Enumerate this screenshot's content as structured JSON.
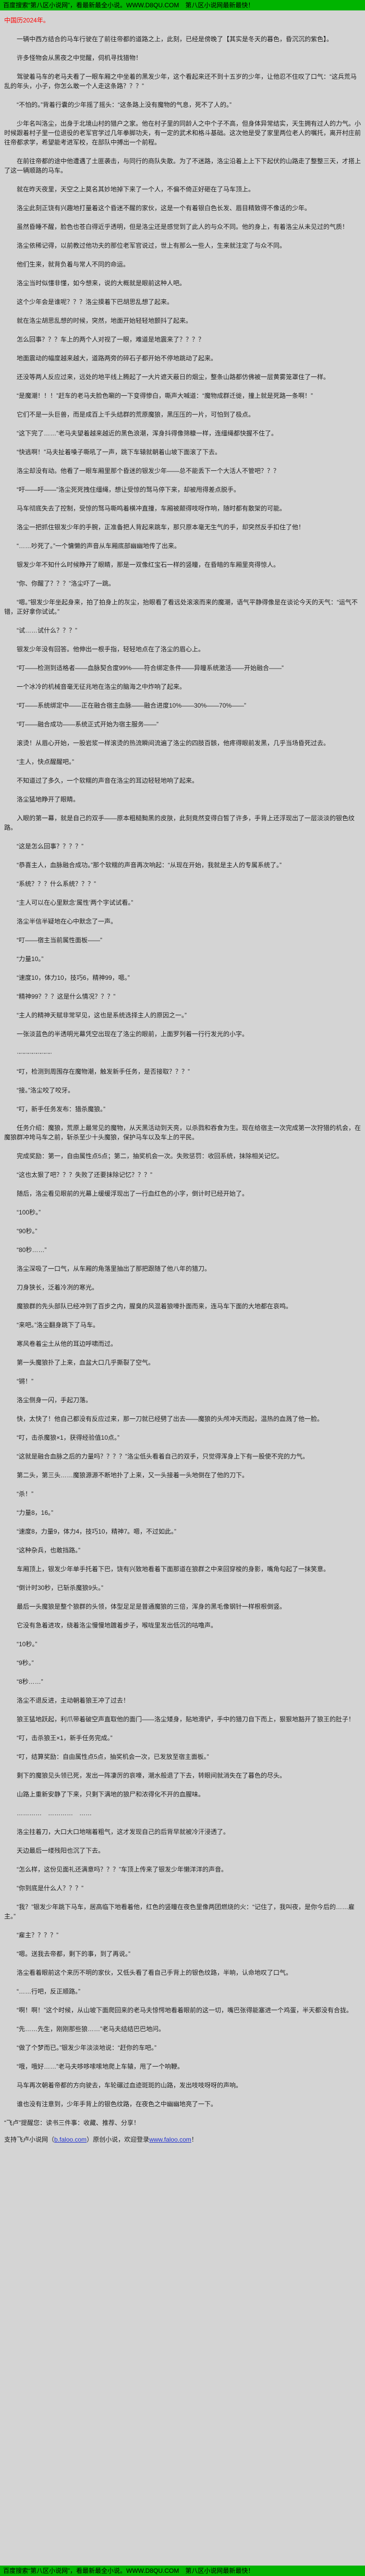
{
  "colors": {
    "page_bg": "#d4d4d4",
    "banner_bg": "#00b400",
    "title_color": "#ff0000",
    "link_color": "#2233cc",
    "body_text": "#1c1c1c"
  },
  "banner": {
    "text": "百度搜索“第八区小说网”，看最新最全小说。WWW.D8QU.COM　第八区小说网最新最快！"
  },
  "title": {
    "text": "中国历2024年。"
  },
  "paragraphs": [
    "一辆中西方结合的马车行驶在了前往帝都的道路之上，此刻，已经是傍晚了【其实是冬天的暮色，昏沉沉的紫色】。",
    "许多怪物会从黑夜之中觉醒，伺机寻找猎物！",
    "驾驶着马车的老马夫看了一眼车厢之中坐着的黑发少年，这个看起来还不到十五岁的少年，让他忍不住叹了口气：“这兵荒马乱的年头，小子，你怎么敢一个人走这条路？？？”",
    "“不怕的。”背着行囊的少年摇了摇头：“这条路上没有魔物的气息，死不了人的。”",
    "少年名叫洛尘，出身于北境山村的猎户之家。他在村子里的同龄人之中个子不高，但身体异常结实，天生拥有过人的力气。小时候跟着村子里一位退役的老军官学过几年拳脚功夫，有一定的武术和格斗基础。这次他是受了家里两位老人的嘱托，离开村庄前往帝都求学，希望能考进军校，在部队中搏出一个前程。",
    "在前往帝都的途中他遭遇了土匪袭击，与同行的商队失散。为了不迷路，洛尘沿着上上下下起伏的山路走了整整三天，才搭上了这一辆顺路的马车。",
    "就在昨天夜里，天空之上莫名其妙地掉下来了一个人，不偏不倚正好砸在了马车顶上。",
    "洛尘此刻正饶有兴趣地打量着这个昏迷不醒的家伙，这是一个有着银白色长发、眉目精致得不像话的少年。",
    "虽然昏睡不醒，脸色也苍白得近乎透明，但是洛尘还是感觉到了此人的与众不同。他的身上，有着洛尘从未见过的气质！",
    "洛尘依稀记得，以前教过他功夫的那位老军官说过，世上有那么一些人，生来就注定了与众不同。",
    "他们生来，就背负着与常人不同的命运。",
    "洛尘当时似懂非懂，如今想来，说的大概就是眼前这种人吧。",
    "这个少年会是谁呢？？？洛尘摸着下巴胡思乱想了起来。",
    "就在洛尘胡思乱想的时候，突然，地面开始轻轻地颤抖了起来。",
    "怎么回事？？？车上的两个人对视了一眼，难道是地震来了？？？？",
    "地面震动的幅度越来越大，道路两旁的碎石子都开始不停地跳动了起来。",
    "还没等两人反应过来，远处的地平线上腾起了一大片遮天蔽日的烟尘，整条山路都仿佛被一层黄雾笼罩住了一样。",
    "“是魔潮！！！”赶车的老马夫脸色唰的一下变得惨白，嘶声大喊道：“魔物成群迁徙，撞上就是死路一条啊！”",
    "它们不是一头巨兽，而是成百上千头结群的荒原魔狼，黑压压的一片，可怕到了极点。",
    "“这下完了……”老马夫望着越来越近的黑色浪潮，浑身抖得像筛糠一样，连缰绳都快握不住了。",
    "“快逃啊！”马夫扯着嗓子嘶吼了一声，跳下车辕就朝着山坡下面滚了下去。",
    "洛尘却没有动。他看了一眼车厢里那个昏迷的银发少年——总不能丢下一个大活人不管吧？？？",
    "“吁——吁——”洛尘死死拽住缰绳，想让受惊的驽马停下来，却被甩得差点脱手。",
    "马车彻底失去了控制，受惊的驽马嘶鸣着横冲直撞，车厢被颠得吱呀作响，随时都有散架的可能。",
    "洛尘一把抓住银发少年的手腕，正准备把人背起来跳车，那只原本毫无生气的手，却突然反手扣住了他！",
    "“……吵死了。”一个慵懒的声音从车厢底部幽幽地传了出来。",
    "银发少年不知什么时候睁开了眼睛，那是一双像红宝石一样的竖瞳，在昏暗的车厢里亮得惊人。",
    "“你、你醒了？？？”洛尘吓了一跳。",
    "“嗯。”银发少年坐起身来，拍了拍身上的灰尘，抬眼看了看远处滚滚而来的魔潮，语气平静得像是在谈论今天的天气：“运气不错，正好拿你试试。”",
    "“试……试什么？？？”",
    "银发少年没有回答。他伸出一根手指，轻轻地点在了洛尘的眉心上。",
    "“叮——检测到适格者——血脉契合度99%——符合绑定条件——异瞳系统激活——开始融合——”",
    "一个冰冷的机械音毫无征兆地在洛尘的脑海之中炸响了起来。",
    "“叮——系统绑定中——正在融合宿主血脉——融合进度10%——30%——70%——”",
    "“叮——融合成功——系统正式开始为宿主服务——”",
    "滚烫！从眉心开始，一股岩浆一样滚烫的热流瞬间流遍了洛尘的四肢百骸，他疼得眼前发黑，几乎当场昏死过去。",
    "“主人，快点醒醒吧。”",
    "不知道过了多久，一个软糯的声音在洛尘的耳边轻轻地响了起来。",
    "洛尘猛地睁开了眼睛。",
    "入眼的第一幕，就是自己的双手——原本粗糙黝黑的皮肤，此刻竟然变得白皙了许多，手背上还浮现出了一层淡淡的银色纹路。",
    "“这是怎么回事？？？？”",
    "“恭喜主人，血脉融合成功。”那个软糯的声音再次响起：“从现在开始，我就是主人的专属系统了。”",
    "“系统？？？什么系统？？？”",
    "“主人可以在心里默念‘属性’两个字试试看。”",
    "洛尘半信半疑地在心中默念了一声。",
    "“叮——宿主当前属性面板——”",
    "“力量10。”",
    "“速度10，体力10，技巧6，精神99，嗯。”",
    "“精神99？？？这是什么情况？？？”",
    "“主人的精神天赋非常罕见，这也是系统选择主人的原因之一。”",
    "一张淡蓝色的半透明光幕凭空出现在了洛尘的眼前，上面罗列着一行行发光的小字。",
    "·-·-·-·-·-·-·-·-·",
    "“叮，检测到周围存在魔物潮，触发新手任务，是否接取？？？”",
    "“接。”洛尘咬了咬牙。",
    "“叮，新手任务发布：猎杀魔狼。”",
    "任务介绍：魔狼，荒原上最常见的魔物，从天黑活动到天亮，以杀戮和吞食为生。现在给宿主一次完成第一次狩猎的机会，在魔狼群冲垮马车之前，斩杀至少十头魔狼，保护马车以及车上的平民。",
    "完成奖励：第一，自由属性点5点；第二，抽奖机会一次。失败惩罚：收回系统，抹除相关记忆。",
    "“这也太狠了吧？？？失败了还要抹除记忆？？？”",
    "随后，洛尘看见眼前的光幕上缓缓浮现出了一行血红色的小字，倒计时已经开始了。",
    "“100秒。”",
    "“90秒。”",
    "“80秒……”",
    "洛尘深吸了一口气，从车厢的角落里抽出了那把跟随了他八年的猎刀。",
    "刀身狭长，泛着冷冽的寒光。",
    "魔狼群的先头部队已经冲到了百步之内，腥臭的风混着狼嚎扑面而来，连马车下面的大地都在哀鸣。",
    "“来吧。”洛尘翻身跳下了马车。",
    "寒风卷着尘土从他的耳边呼啸而过。",
    "第一头魔狼扑了上来，血盆大口几乎撕裂了空气。",
    "“锵！”",
    "洛尘侧身一闪，手起刀落。",
    "快，太快了！他自己都没有反应过来，那一刀就已经劈了出去——魔狼的头颅冲天而起，温热的血溅了他一脸。",
    "“叮，击杀魔狼×1，获得经验值10点。”",
    "“这就是融合血脉之后的力量吗？？？？”洛尘低头看着自己的双手，只觉得浑身上下有一股使不完的力气。",
    "第二头，第三头……魔狼源源不断地扑了上来，又一头接着一头地倒在了他的刀下。",
    "“杀！”",
    "“力量8，16。”",
    "“速度8，力量9，体力4，技巧10，精神7。嗯，不过如此。”",
    "“这种杂兵，也敢挡路。”",
    "车厢顶上，银发少年单手托着下巴，饶有兴致地看着下面那道在狼群之中来回穿梭的身影，嘴角勾起了一抹笑意。",
    "“倒计时30秒，已斩杀魔狼9头。”",
    "最后一头魔狼是整个狼群的头领，体型足足是普通魔狼的三倍，浑身的黑毛像钢针一样根根倒竖。",
    "它没有急着进攻，绕着洛尘慢慢地踱着步子，喉咙里发出低沉的咕噜声。",
    "“10秒。”",
    "“9秒。”",
    "“8秒……”",
    "洛尘不退反进，主动朝着狼王冲了过去！",
    "狼王猛地跃起，利爪带着破空声直取他的面门——洛尘矮身，贴地滑铲，手中的猎刀自下而上，狠狠地豁开了狼王的肚子！",
    "“叮，击杀狼王×1，新手任务完成。”",
    "“叮，结算奖励：自由属性点5点，抽奖机会一次，已发放至宿主面板。”",
    "剩下的魔狼见头领已死，发出一阵凄厉的哀嚎，潮水般退了下去，转眼间就消失在了暮色的尽头。",
    "山路上重新安静了下来，只剩下满地的狼尸和浓得化不开的血腥味。",
    "…………　…………　……",
    "洛尘拄着刀，大口大口地喘着粗气，这才发现自己的后背早就被冷汗浸透了。",
    "天边最后一缕残阳也沉了下去。",
    "“怎么样，这份见面礼还满意吗？？？”车顶上传来了银发少年懒洋洋的声音。",
    "“你到底是什么人？？？”",
    "“我？”银发少年跳下马车，居高临下地看着他，红色的竖瞳在夜色里像两团燃烧的火：“记住了，我叫夜，是你今后的……雇主。”",
    "“雇主？？？？”",
    "“嗯。送我去帝都，剩下的事，到了再说。”",
    "洛尘看着眼前这个来历不明的家伙，又低头看了看自己手背上的银色纹路，半晌，认命地叹了口气。",
    "“……行吧，反正顺路。”",
    "“啊！啊！”这个时候，从山坡下面爬回来的老马夫惊愕地看着眼前的这一切，嘴巴张得能塞进一个鸡蛋，半天都没有合拢。",
    "“先……先生，刚刚那些狼……”老马夫结结巴巴地问。",
    "“做了个梦而已。”银发少年淡淡地说：“赶你的车吧。”",
    "“哦，哦好……”老马夫哆哆嗦嗦地爬上车辕，甩了一个响鞭。",
    "马车再次朝着帝都的方向驶去，车轮碾过血迹斑斑的山路，发出吱吱呀呀的声响。",
    "谁也没有注意到，少年手背上的银色纹路，在夜色之中幽幽地亮了一下。"
  ],
  "footer": {
    "reminder": "“飞卢”提醒您：读书三件事：收藏、推荐、分享！",
    "support": {
      "prefix": "支持飞卢小说网（",
      "link1": "b.faloo.com",
      "middle": "）原创小说，欢迎登录",
      "link2": "www.faloo.com",
      "suffix": "！"
    }
  }
}
